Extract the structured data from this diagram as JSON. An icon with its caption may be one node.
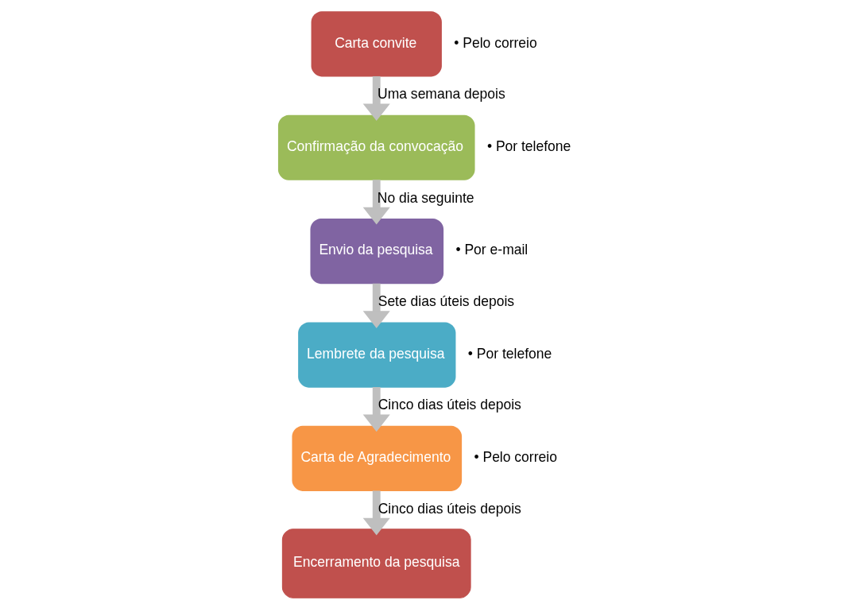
{
  "diagram": {
    "nodes": [
      {
        "text": [
          "Carta convite"
        ],
        "beside": [
          "• Pelo correio"
        ]
      },
      {
        "text": [
          "Confirmação da convocação"
        ],
        "beside": [
          "• Por telefone"
        ]
      },
      {
        "text": [
          "Envio da pesquisa"
        ],
        "beside": [
          "• Por e-mail"
        ]
      },
      {
        "text": [
          "Lembrete da pesquisa"
        ],
        "beside": [
          "• Por telefone"
        ]
      },
      {
        "text": [
          "Carta de Agradecimento"
        ],
        "beside": [
          "• Pelo correio"
        ]
      },
      {
        "text": [
          "Encerramento da pesquisa"
        ]
      }
    ],
    "edges": [
      {
        "from": 0,
        "to": 1,
        "arrow": "to",
        "label": "Uma semana depois"
      },
      {
        "from": 1,
        "to": 2,
        "arrow": "to",
        "label": "No dia seguinte"
      },
      {
        "from": 2,
        "to": 3,
        "arrow": "to",
        "label": "Sete dias úteis depois"
      },
      {
        "from": 3,
        "to": 4,
        "arrow": "to",
        "label": "Cinco dias úteis depois"
      },
      {
        "from": 4,
        "to": 5,
        "arrow": "to",
        "label": "Cinco dias úteis depois"
      }
    ]
  }
}
